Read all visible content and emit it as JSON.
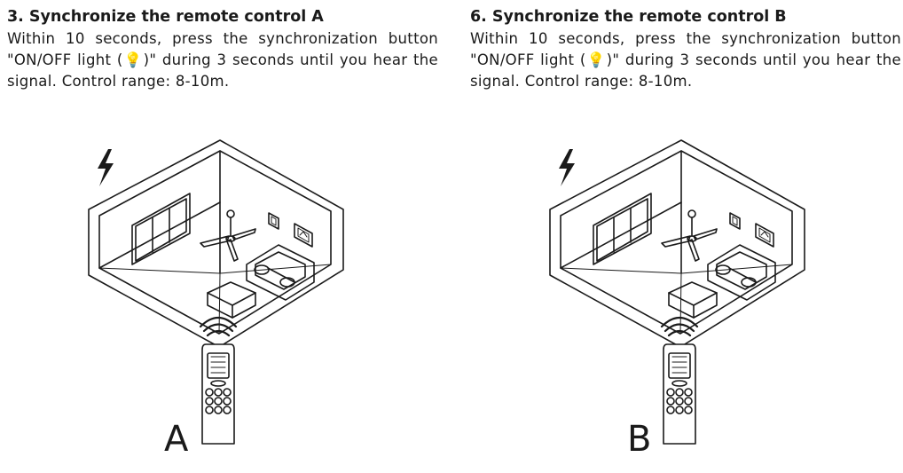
{
  "sections": [
    {
      "title": "3. Synchronize the remote control A",
      "body": "Within 10 seconds, press the synchronization button \"ON/OFF light (💡)\" during 3 seconds until you hear the signal. Control range: 8-10m.",
      "label": "A"
    },
    {
      "title": "6. Synchronize the remote control B",
      "body": "Within 10 seconds, press the synchronization button \"ON/OFF light (💡)\" during 3 seconds until you hear the signal. Control range: 8-10m.",
      "label": "B"
    }
  ],
  "icons": [
    "lightning-icon",
    "room-illustration",
    "ceiling-fan-icon",
    "remote-control",
    "signal-waves-icon"
  ]
}
